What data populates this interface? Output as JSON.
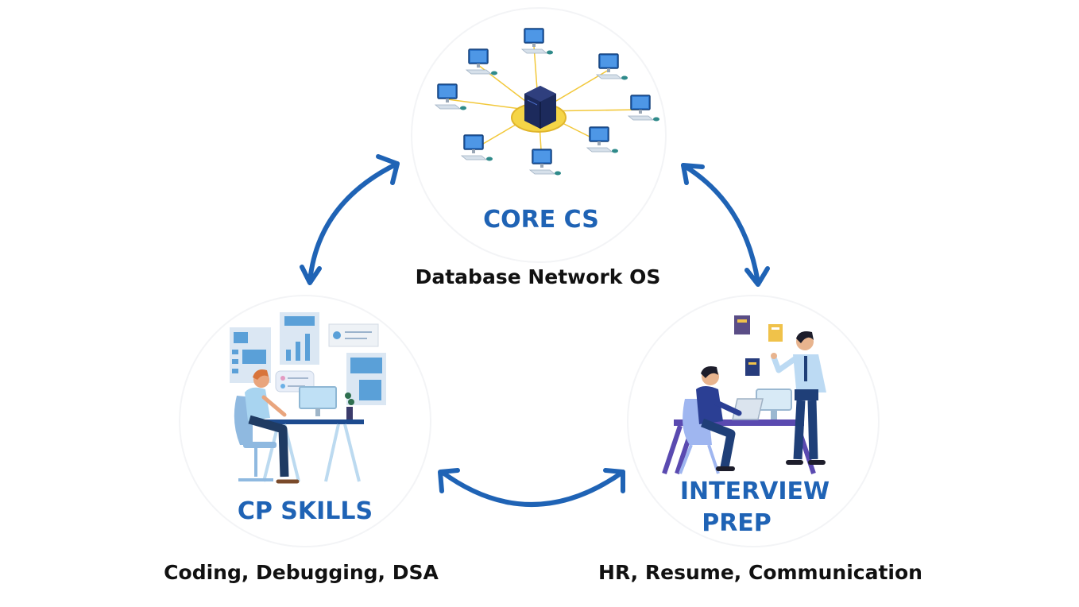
{
  "nodes": {
    "core_cs": {
      "title": "CORE CS",
      "subtitle": "Database Network OS"
    },
    "cp_skills": {
      "title": "CP SKILLS",
      "subtitle": "Coding, Debugging, DSA"
    },
    "interview_prep": {
      "title_line1": "INTERVIEW",
      "title_line2": "PREP",
      "subtitle": "HR, Resume, Communication"
    }
  },
  "colors": {
    "accent": "#1f63b5",
    "text": "#111111",
    "server": "#1c2a5c",
    "hub": "#f5d547"
  },
  "icons": {
    "core_cs": "network-server-icon",
    "cp_skills": "developer-at-desk-icon",
    "interview_prep": "interview-meeting-icon"
  }
}
